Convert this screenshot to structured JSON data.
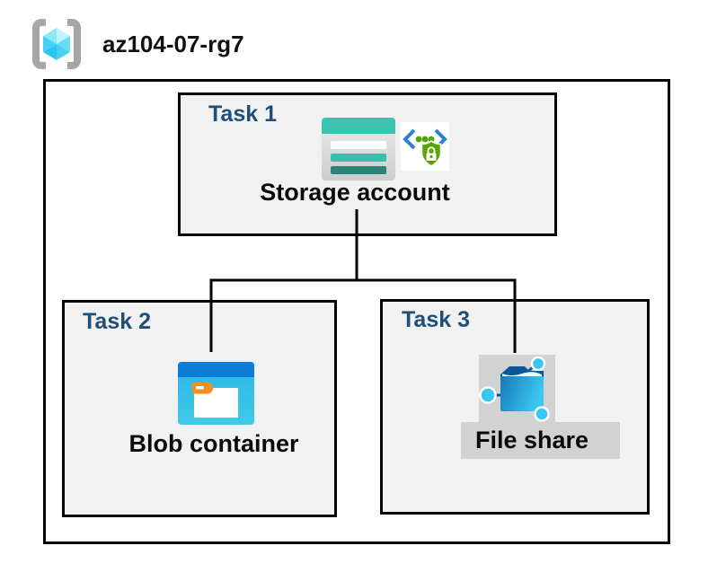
{
  "header": {
    "resource_group_name": "az104-07-rg7",
    "icon": "azure-resource-group-icon"
  },
  "tasks": [
    {
      "label": "Task 1",
      "item": "Storage account",
      "icons": [
        "storage-account-icon",
        "secure-access-icon"
      ]
    },
    {
      "label": "Task 2",
      "item": "Blob container",
      "icons": [
        "blob-container-icon"
      ]
    },
    {
      "label": "Task 3",
      "item": "File share",
      "icons": [
        "file-share-icon"
      ]
    }
  ],
  "connections": [
    {
      "from": "Storage account",
      "to": "Blob container"
    },
    {
      "from": "Storage account",
      "to": "File share"
    }
  ],
  "colors": {
    "task_label": "#1f4e79",
    "box_fill": "#f1f1f1",
    "border": "#000000",
    "storage_teal": "#3cc3b1",
    "storage_teal_dark": "#2a8478",
    "blob_blue_band": "#0d7cd6",
    "blob_body_cyan": "#2eb8ec",
    "folder_tab_orange": "#f78f1e",
    "fileshare_navy": "#0b5599",
    "fileshare_cyan": "#38c6f4",
    "shield_green": "#57a300",
    "chevron_blue": "#2e7fd0",
    "bracket_gray": "#a6a6a6",
    "highlight_gray": "#d2d2d2"
  }
}
